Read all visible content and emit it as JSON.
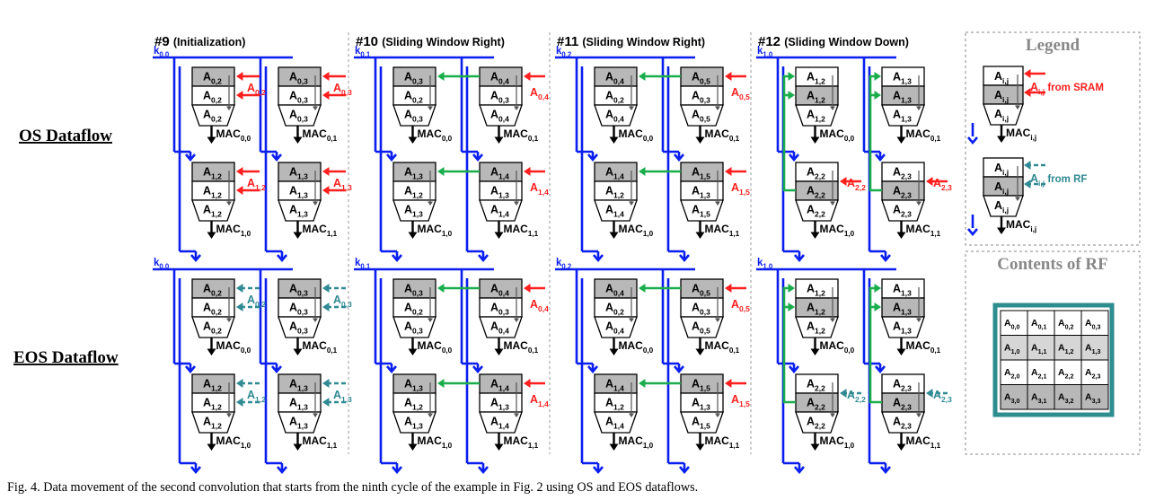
{
  "colors": {
    "blue": "#0a1eef",
    "red": "#ff1f1f",
    "green": "#19ad4c",
    "teal": "#2f8a93",
    "gray": "#b8b8b8",
    "rf_border": "#2e8e8f"
  },
  "row_labels": [
    "OS Dataflow",
    "EOS Dataflow"
  ],
  "panels": [
    {
      "num": "#9",
      "title": "(Initialization)",
      "k_main": "0",
      "k_sub": "0,0",
      "mode": "init"
    },
    {
      "num": "#10",
      "title": "(Sliding Window Right)",
      "k_main": "0",
      "k_sub": "0,1",
      "mode": "right"
    },
    {
      "num": "#11",
      "title": "(Sliding Window Right)",
      "k_main": "0",
      "k_sub": "0,2",
      "mode": "right"
    },
    {
      "num": "#12",
      "title": "(Sliding Window Down)",
      "k_main": "0",
      "k_sub": "1,0",
      "mode": "down"
    }
  ],
  "pe_grids": [
    [
      {
        "mac": "0,0",
        "regs": [
          "0,2",
          "0,2",
          "0,2"
        ]
      },
      {
        "mac": "0,1",
        "regs": [
          "0,3",
          "0,3",
          "0,3"
        ]
      },
      {
        "mac": "1,0",
        "regs": [
          "1,2",
          "1,2",
          "1,2"
        ]
      },
      {
        "mac": "1,1",
        "regs": [
          "1,3",
          "1,3",
          "1,3"
        ]
      }
    ],
    [
      {
        "mac": "0,0",
        "regs": [
          "0,3",
          "0,2",
          "0,3"
        ]
      },
      {
        "mac": "0,1",
        "regs": [
          "0,4",
          "0,3",
          "0,4"
        ]
      },
      {
        "mac": "1,0",
        "regs": [
          "1,3",
          "1,2",
          "1,3"
        ]
      },
      {
        "mac": "1,1",
        "regs": [
          "1,4",
          "1,3",
          "1,4"
        ]
      }
    ],
    [
      {
        "mac": "0,0",
        "regs": [
          "0,4",
          "0,2",
          "0,4"
        ]
      },
      {
        "mac": "0,1",
        "regs": [
          "0,5",
          "0,3",
          "0,5"
        ]
      },
      {
        "mac": "1,0",
        "regs": [
          "1,4",
          "1,2",
          "1,4"
        ]
      },
      {
        "mac": "1,1",
        "regs": [
          "1,5",
          "1,3",
          "1,5"
        ]
      }
    ],
    [
      {
        "mac": "0,0",
        "regs": [
          "1,2",
          "1,2",
          "1,2"
        ]
      },
      {
        "mac": "0,1",
        "regs": [
          "1,3",
          "1,3",
          "1,3"
        ]
      },
      {
        "mac": "1,0",
        "regs": [
          "2,2",
          "2,2",
          "2,2"
        ]
      },
      {
        "mac": "1,1",
        "regs": [
          "2,3",
          "2,3",
          "2,3"
        ]
      }
    ]
  ],
  "inputs": {
    "panel9": [
      "0,2",
      "0,3",
      "1,2",
      "1,3"
    ],
    "right10": [
      "0,4",
      "1,4"
    ],
    "right11": [
      "0,5",
      "1,5"
    ],
    "down12": [
      "2,2",
      "2,3"
    ]
  },
  "legend": {
    "title": "Legend",
    "regs": [
      "i,j",
      "i,j",
      "i,j"
    ],
    "mac": "i,j",
    "sram_label": "i,j",
    "sram_suffix": " from SRAM",
    "rf_label": "i,j",
    "rf_suffix": " from RF"
  },
  "rf": {
    "title": "Contents of RF",
    "cells": [
      [
        "0,0",
        "0,1",
        "0,2",
        "0,3"
      ],
      [
        "1,0",
        "1,1",
        "1,2",
        "1,3"
      ],
      [
        "2,0",
        "2,1",
        "2,2",
        "2,3"
      ],
      [
        "3,0",
        "3,1",
        "3,2",
        "3,3"
      ]
    ]
  },
  "caption": "Fig. 4.    Data movement of the second convolution that starts from the ninth cycle of the example in Fig. 2 using OS and EOS dataflows."
}
